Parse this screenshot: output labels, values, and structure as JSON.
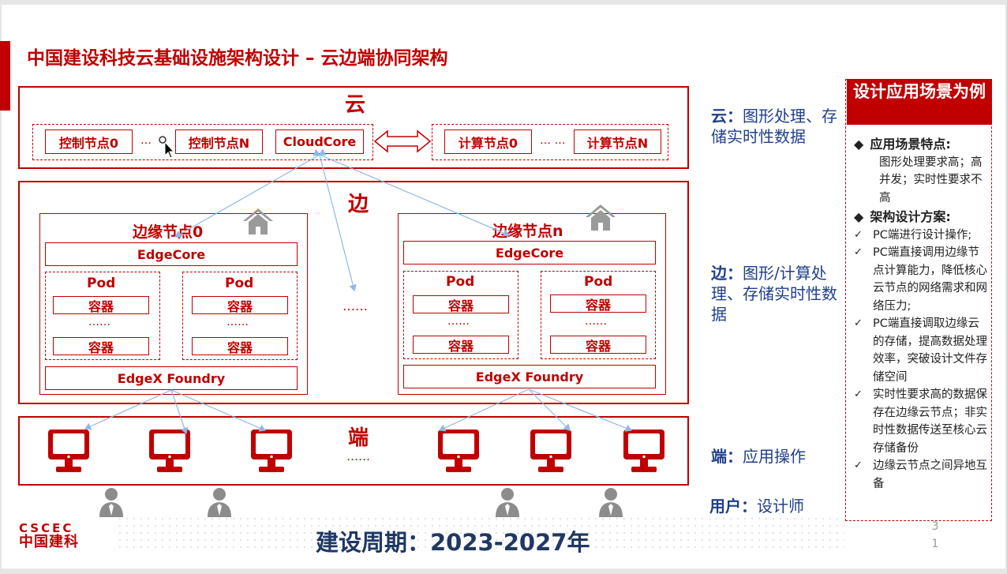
{
  "title": "中国建设科技云基础设施架构设计 – 云边端协同架构",
  "cloud": {
    "label": "云",
    "control_node_0": "控制节点0",
    "ellipsis": "…",
    "control_node_n": "控制节点N",
    "cloudcore": "CloudCore",
    "compute_node_0": "计算节点0",
    "ellipsis2": "… …",
    "compute_node_n": "计算节点N"
  },
  "edge": {
    "label": "边",
    "middle_ellipsis": "……",
    "nodes": [
      {
        "title": "边缘节点0",
        "core": "EdgeCore",
        "pod_a": "Pod",
        "pod_b": "Pod",
        "container": "容器",
        "dots": "……",
        "foundry": "EdgeX Foundry"
      },
      {
        "title": "边缘节点n",
        "core": "EdgeCore",
        "pod_a": "Pod",
        "pod_b": "Pod",
        "container": "容器",
        "dots": "……",
        "foundry": "EdgeX Foundry"
      }
    ]
  },
  "terminal": {
    "label": "端",
    "ellipsis": "……"
  },
  "side_labels": {
    "cloud_head": "云：",
    "cloud_text": "图形处理、存储实时性数据",
    "edge_head": "边：",
    "edge_text": "图形/计算处理、存储实时性数据",
    "terminal_head": "端：",
    "terminal_text": "应用操作",
    "user_head": "用户：",
    "user_text": "设计师"
  },
  "panel": {
    "header": "设计应用场景为例",
    "section1_title": "应用场景特点:",
    "section1_text": "图形处理要求高；高并发；实时性要求不高",
    "section2_title": "架构设计方案:",
    "items": [
      "PC端进行设计操作;",
      "PC端直接调用边缘节点计算能力，降低核心云节点的网络需求和网络压力;",
      "PC端直接调取边缘云的存储，提高数据处理效率，突破设计文件存储空间",
      "实时性要求高的数据保存在边缘云节点；非实时性数据传送至核心云存储备份",
      "边缘云节点之间异地互备"
    ]
  },
  "footer": "建设周期：2023-2027年",
  "logo": {
    "top": "CSCEC",
    "bottom": "中国建科"
  },
  "page_number": "31",
  "colors": {
    "accent": "#c00000",
    "side_text": "#1f3f8c",
    "footer_text": "#1f3864",
    "arrow": "#8fb8e6"
  }
}
